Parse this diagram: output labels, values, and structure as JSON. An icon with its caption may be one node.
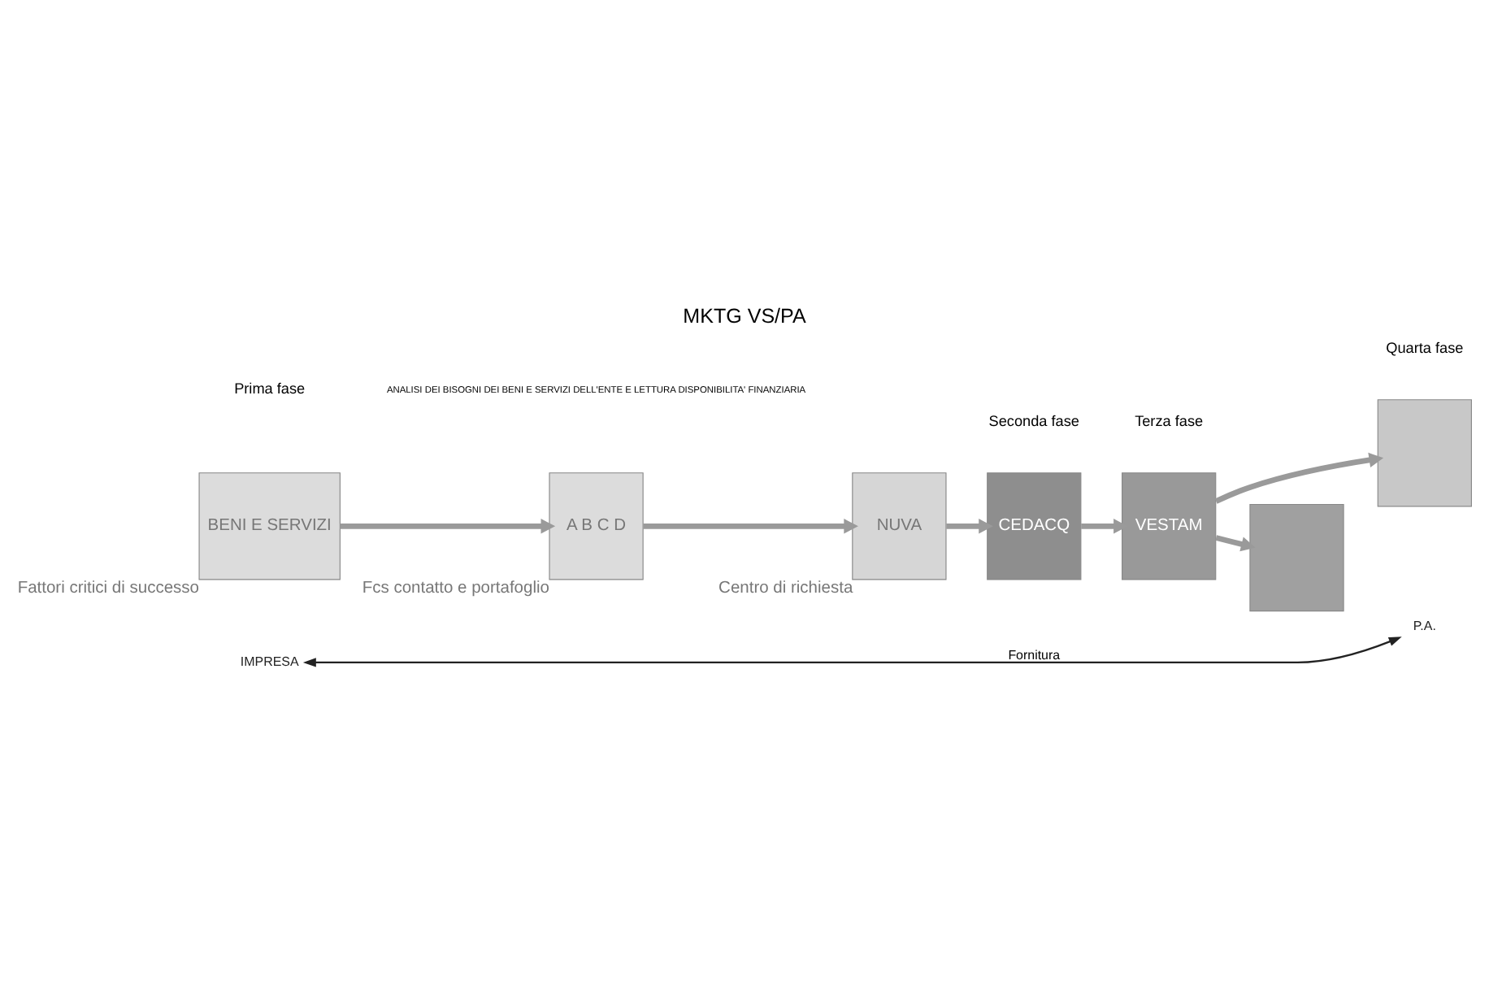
{
  "diagram": {
    "title": "MKTG VS/PA",
    "nodes": [
      {
        "text": [
          "BENI E SERVIZI"
        ],
        "beside": [
          "Fattori critici di successo"
        ]
      },
      {
        "text": [
          "A B C D"
        ],
        "beside": [
          "Fcs contatto e portafoglio"
        ]
      },
      {
        "text": [
          "NUVA"
        ],
        "beside": [
          "Centro di richiesta"
        ]
      },
      {
        "text": [
          "CEDACQ"
        ]
      },
      {
        "text": [
          "VESTAM"
        ]
      },
      {
        "text": [],
        "shape": "box"
      },
      {
        "text": [],
        "shape": "box"
      },
      {
        "text": [
          "IMPRESA"
        ]
      },
      {
        "text": [
          "P.A."
        ]
      }
    ],
    "edges": [
      {
        "from": 0,
        "to": 1,
        "arrow": "to"
      },
      {
        "from": 1,
        "to": 2,
        "arrow": "to"
      },
      {
        "from": 2,
        "to": 3,
        "arrow": "to"
      },
      {
        "from": 3,
        "to": 4,
        "arrow": "to"
      },
      {
        "from": 4,
        "to": 5,
        "arrow": "to"
      },
      {
        "from": 4,
        "to": 6,
        "arrow": "to"
      },
      {
        "from": 7,
        "to": 8,
        "arrow": "both",
        "label": "Fornitura",
        "color": "#222222"
      }
    ],
    "labels": [
      "Prima fase",
      "Seconda fase",
      "Terza fase",
      "Quarta fase",
      "ANALISI DEI BISOGNI DEI BENI E SERVIZI DELL'ENTE E LETTURA DISPONIBILITA' FINANZIARIA"
    ]
  }
}
